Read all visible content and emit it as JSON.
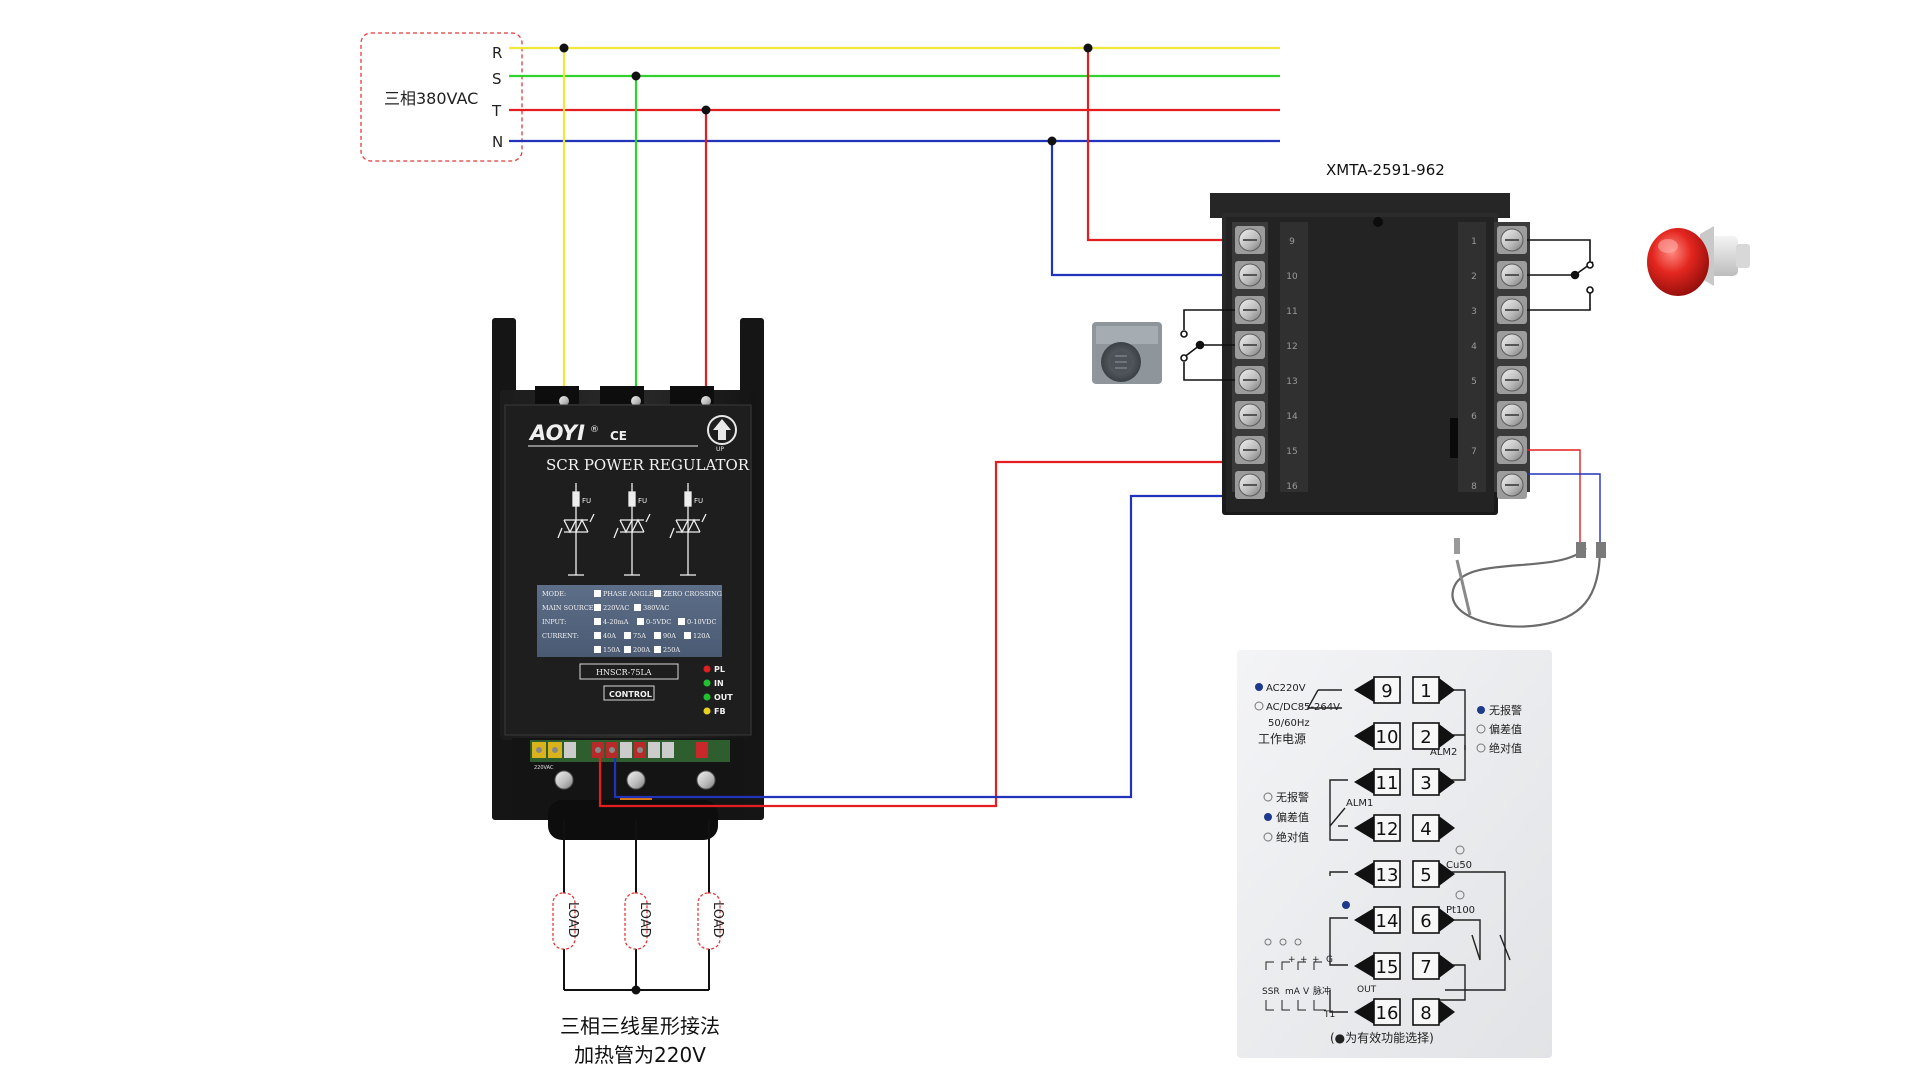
{
  "supply": {
    "box_label": "三相380VAC",
    "lines": [
      {
        "name": "R",
        "color": "#f0e63c"
      },
      {
        "name": "S",
        "color": "#31d12e"
      },
      {
        "name": "T",
        "color": "#e41e1e"
      },
      {
        "name": "N",
        "color": "#2233bb"
      }
    ]
  },
  "controller": {
    "model": "XMTA-2591-962"
  },
  "regulator": {
    "brand": "AOYI",
    "brand_mark": "®",
    "ce_mark": "CE",
    "up_label": "UP",
    "title": "SCR POWER REGULATOR",
    "fuse_label": "FU",
    "spec": {
      "mode_label": "MODE:",
      "mode_options": [
        "PHASE ANGLE",
        "ZERO CROSSING"
      ],
      "main_source_label": "MAIN SOURCE:",
      "main_source_options": [
        "220VAC",
        "380VAC"
      ],
      "input_label": "INPUT:",
      "input_options": [
        "4-20mA",
        "0-5VDC",
        "0-10VDC"
      ],
      "current_label": "CURRENT:",
      "current_options_row1": [
        "40A",
        "75A",
        "90A",
        "120A"
      ],
      "current_options_row2": [
        "150A",
        "200A",
        "250A"
      ]
    },
    "model": "HNSCR-75LA",
    "control_label": "CONTROL",
    "leds": [
      {
        "label": "PL",
        "color": "#e02020"
      },
      {
        "label": "IN",
        "color": "#20c030"
      },
      {
        "label": "OUT",
        "color": "#20c030"
      },
      {
        "label": "FB",
        "color": "#e8d020"
      }
    ],
    "terminal_caption": "220VAC"
  },
  "loads": [
    "LOAD",
    "LOAD",
    "LOAD"
  ],
  "caption": {
    "line1": "三相三线星形接法",
    "line2": "加热管为220V"
  },
  "terminals_left": [
    "9",
    "10",
    "11",
    "12",
    "13",
    "14",
    "15",
    "16"
  ],
  "terminals_right": [
    "1",
    "2",
    "3",
    "4",
    "5",
    "6",
    "7",
    "8"
  ],
  "wiring_card": {
    "power_options": [
      "AC220V",
      "AC/DC85-264V"
    ],
    "frequency": "50/60Hz",
    "power_label": "工作电源",
    "alm2_label": "ALM2",
    "alm2_options": [
      "无报警",
      "偏差值",
      "绝对值"
    ],
    "alm1_label": "ALM1",
    "alm1_options": [
      "无报警",
      "偏差值",
      "绝对值"
    ],
    "sensor_options": [
      "Cu50",
      "Pt100"
    ],
    "out_label": "OUT",
    "out_types": [
      "SSR",
      "mA",
      "V",
      "脉冲"
    ],
    "out_signs": [
      "+",
      "+",
      "+",
      "G"
    ],
    "t1_label": "T1",
    "footnote": "(●为有效功能选择)",
    "left_column": [
      "9",
      "10",
      "11",
      "12",
      "13",
      "14",
      "15",
      "16"
    ],
    "right_column": [
      "1",
      "2",
      "3",
      "4",
      "5",
      "6",
      "7",
      "8"
    ]
  }
}
